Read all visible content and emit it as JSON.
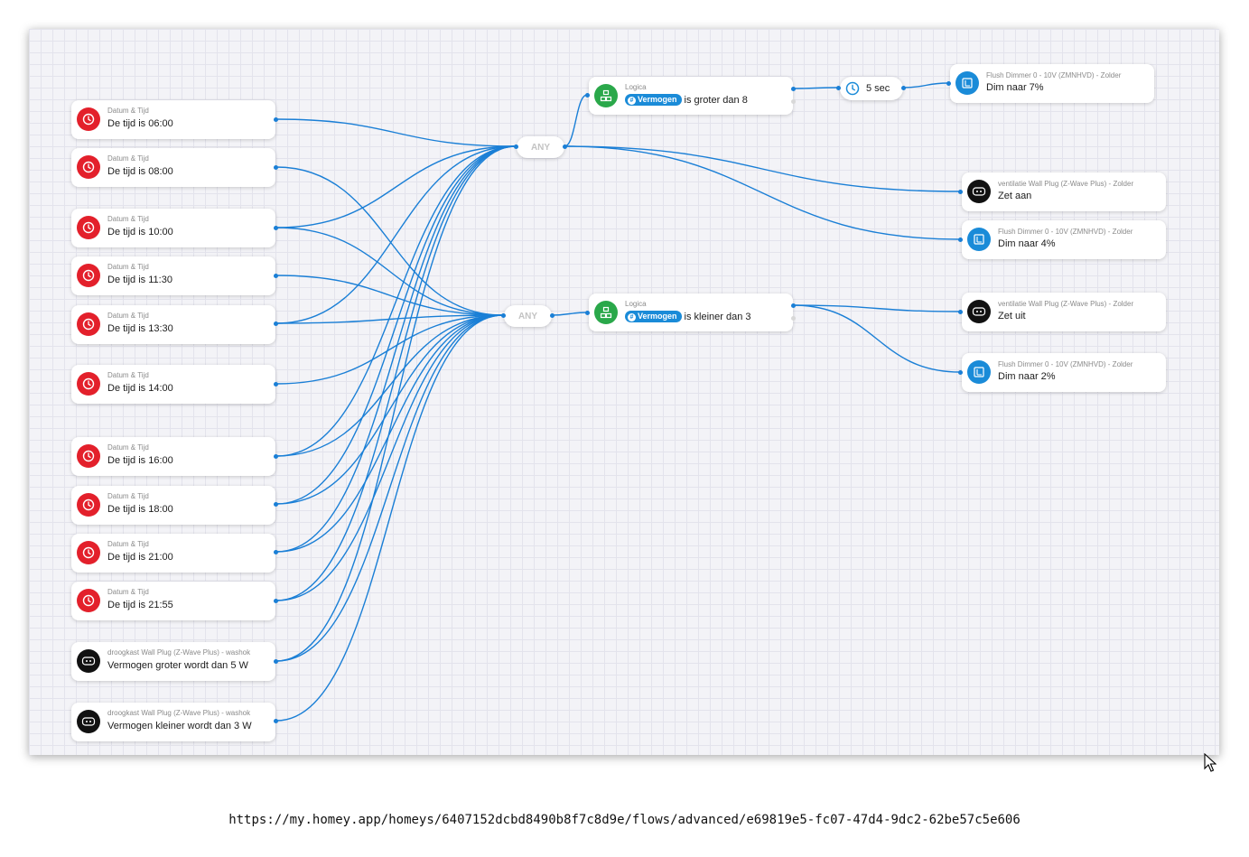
{
  "triggers": [
    {
      "sub": "Datum & Tijd",
      "text": "De tijd is 06:00",
      "icon": "clock-icon"
    },
    {
      "sub": "Datum & Tijd",
      "text": "De tijd is 08:00",
      "icon": "clock-icon"
    },
    {
      "sub": "Datum & Tijd",
      "text": "De tijd is 10:00",
      "icon": "clock-icon"
    },
    {
      "sub": "Datum & Tijd",
      "text": "De tijd is 11:30",
      "icon": "clock-icon"
    },
    {
      "sub": "Datum & Tijd",
      "text": "De tijd is 13:30",
      "icon": "clock-icon"
    },
    {
      "sub": "Datum & Tijd",
      "text": "De tijd is 14:00",
      "icon": "clock-icon"
    },
    {
      "sub": "Datum & Tijd",
      "text": "De tijd is 16:00",
      "icon": "clock-icon"
    },
    {
      "sub": "Datum & Tijd",
      "text": "De tijd is 18:00",
      "icon": "clock-icon"
    },
    {
      "sub": "Datum & Tijd",
      "text": "De tijd is 21:00",
      "icon": "clock-icon"
    },
    {
      "sub": "Datum & Tijd",
      "text": "De tijd is 21:55",
      "icon": "clock-icon"
    },
    {
      "sub": "droogkast Wall Plug (Z-Wave Plus) - washok",
      "text": "Vermogen groter wordt dan 5 W",
      "icon": "wall-plug-icon"
    },
    {
      "sub": "droogkast Wall Plug (Z-Wave Plus) - washok",
      "text": "Vermogen kleiner wordt dan 3 W",
      "icon": "wall-plug-icon"
    }
  ],
  "any_nodes": [
    {
      "label": "ANY"
    },
    {
      "label": "ANY"
    }
  ],
  "conditions": [
    {
      "sub": "Logica",
      "tag": "Vermogen",
      "text": "is groter dan 8",
      "icon": "logic-icon"
    },
    {
      "sub": "Logica",
      "tag": "Vermogen",
      "text": "is kleiner dan 3",
      "icon": "logic-icon"
    }
  ],
  "delay": {
    "label": "5 sec",
    "icon": "timer-icon"
  },
  "actions": [
    {
      "sub": "Flush Dimmer 0 - 10V (ZMNHVD) - Zolder",
      "text": "Dim naar 7%",
      "icon": "dimmer-icon"
    },
    {
      "sub": "ventilatie Wall Plug (Z-Wave Plus) - Zolder",
      "text": "Zet aan",
      "icon": "wall-plug-icon"
    },
    {
      "sub": "Flush Dimmer 0 - 10V (ZMNHVD) - Zolder",
      "text": "Dim naar 4%",
      "icon": "dimmer-icon"
    },
    {
      "sub": "ventilatie Wall Plug (Z-Wave Plus) - Zolder",
      "text": "Zet uit",
      "icon": "wall-plug-icon"
    },
    {
      "sub": "Flush Dimmer 0 - 10V (ZMNHVD) - Zolder",
      "text": "Dim naar 2%",
      "icon": "dimmer-icon"
    }
  ],
  "url": "https://my.homey.app/homeys/6407152dcbd8490b8f7c8d9e/flows/advanced/e69819e5-fc07-47d4-9dc2-62be57c5e606",
  "colors": {
    "wire": "#1a7fd6",
    "trigger_icon": "#e3202b",
    "plug_icon": "#111111",
    "dimmer_icon": "#1a8bd8",
    "logic_icon": "#2aa84a"
  }
}
